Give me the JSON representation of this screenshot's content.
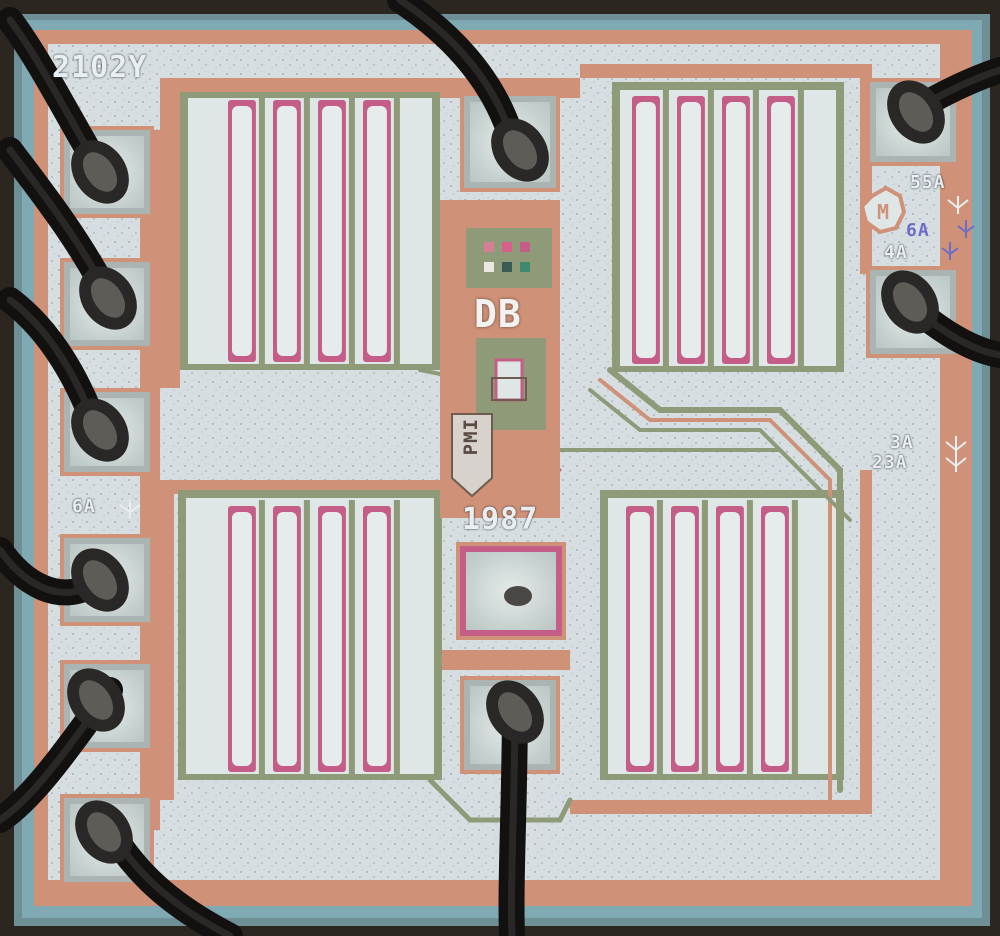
{
  "image": {
    "subject": "integrated-circuit-die-micrograph",
    "colors": {
      "background": "#2b2620",
      "passivation": "#7fa9b3",
      "substrate": "#d2dbdf",
      "metal_copper": "#cf9177",
      "poly_magenta": "#c45d88",
      "oxide_olive": "#8e9a78",
      "bond_wire": "#1c1b1a"
    }
  },
  "markings": {
    "part_number": "2102Y",
    "designer_initials": "DB",
    "pmi": "PMI",
    "year": "1987",
    "logo": "M",
    "label_55a": "55A",
    "label_6a_top": "6A",
    "label_4a": "4A",
    "label_6a_left": "6A",
    "label_3a": "3A",
    "label_23a": "23A"
  }
}
